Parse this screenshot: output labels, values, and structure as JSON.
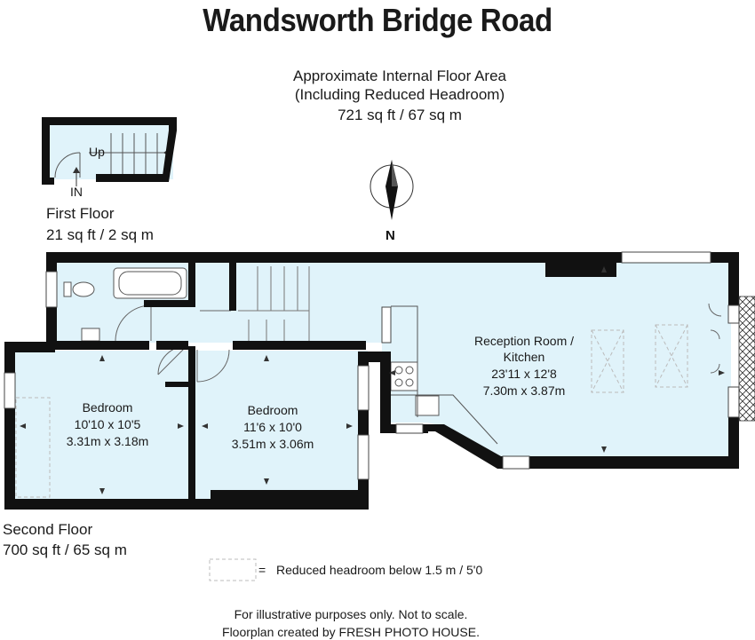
{
  "title": "Wandsworth Bridge Road",
  "area_summary": {
    "line1": "Approximate Internal Floor Area",
    "line2": "(Including Reduced Headroom)",
    "line3": "721 sq ft / 67 sq m"
  },
  "first_floor": {
    "name": "First Floor",
    "area": "21 sq ft / 2 sq m",
    "up_label": "Up",
    "entrance_label": "IN"
  },
  "second_floor": {
    "name": "Second Floor",
    "area": "700 sq ft / 65 sq m"
  },
  "compass": {
    "label": "N"
  },
  "rooms": [
    {
      "name": "Reception Room /",
      "name2": "Kitchen",
      "imperial": "23'11 x 12'8",
      "metric": "7.30m x 3.87m"
    },
    {
      "name": "Bedroom",
      "imperial": "11'6 x 10'0",
      "metric": "3.51m x 3.06m"
    },
    {
      "name": "Bedroom",
      "imperial": "10'10 x 10'5",
      "metric": "3.31m x 3.18m"
    }
  ],
  "legend": {
    "symbol": "=",
    "text": "Reduced headroom below 1.5 m / 5'0"
  },
  "footer": {
    "line1": "For illustrative purposes only. Not to scale.",
    "line2": "Floorplan created by FRESH PHOTO HOUSE."
  },
  "colors": {
    "floor_fill": "#e0f3fa",
    "wall": "#111111"
  }
}
